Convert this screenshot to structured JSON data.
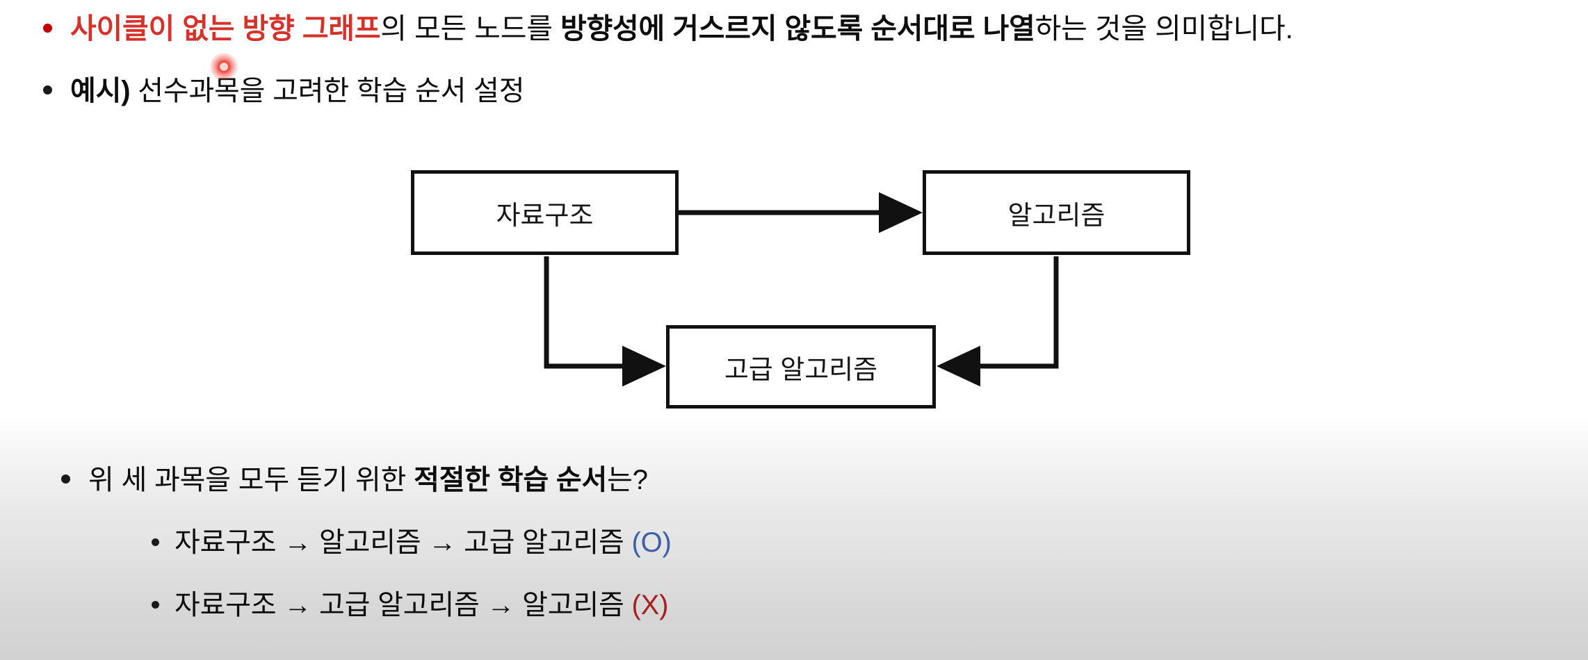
{
  "slide": {
    "background_top": "#ffffff",
    "background_bottom": "#d2d2d2"
  },
  "bullets": [
    {
      "id": "definition",
      "level": 1,
      "bullet_color": "#c00000",
      "segments": [
        {
          "text": "사이클이 없는 방향 그래프",
          "style": "red-bold"
        },
        {
          "text": "의 모든 노드를 ",
          "style": "normal"
        },
        {
          "text": "방향성에 거스르지 않도록 순서대로 나열",
          "style": "bold"
        },
        {
          "text": "하는 것을 의미합니다.",
          "style": "normal"
        }
      ]
    },
    {
      "id": "example",
      "level": 1,
      "bullet_color": "#1a1a1a",
      "segments": [
        {
          "text": "예시)",
          "style": "bold"
        },
        {
          "text": " 선수과목을 고려한 학습 순서 설정",
          "style": "normal"
        }
      ]
    },
    {
      "id": "question",
      "level": 1,
      "bullet_color": "#1a1a1a",
      "segments": [
        {
          "text": "위 세 과목을 모두 듣기 위한 ",
          "style": "normal"
        },
        {
          "text": "적절한 학습 순서",
          "style": "bold"
        },
        {
          "text": "는?",
          "style": "normal"
        }
      ]
    },
    {
      "id": "answer-correct",
      "level": 2,
      "bullet_color": "#1a1a1a",
      "segments": [
        {
          "text": "자료구조 → 알고리즘 → 고급 알고리즘 ",
          "style": "normal"
        },
        {
          "text": "(O)",
          "style": "blue"
        }
      ]
    },
    {
      "id": "answer-wrong",
      "level": 2,
      "bullet_color": "#1a1a1a",
      "segments": [
        {
          "text": "자료구조 → 고급 알고리즘 → 알고리즘 ",
          "style": "normal"
        },
        {
          "text": "(X)",
          "style": "dark-red"
        }
      ]
    }
  ],
  "diagram": {
    "type": "directed-acyclic-graph",
    "nodes": [
      {
        "id": "ds",
        "label": "자료구조"
      },
      {
        "id": "alg",
        "label": "알고리즘"
      },
      {
        "id": "adv",
        "label": "고급 알고리즘"
      }
    ],
    "edges": [
      {
        "from": "ds",
        "to": "alg",
        "shape": "straight-right"
      },
      {
        "from": "ds",
        "to": "adv",
        "shape": "elbow-down-right"
      },
      {
        "from": "alg",
        "to": "adv",
        "shape": "elbow-down-left"
      }
    ]
  },
  "colors": {
    "accent_red": "#d6322c",
    "answer_blue": "#3c5fa8",
    "answer_red": "#a81f1f",
    "text": "#0d0d0d",
    "stroke": "#111111"
  },
  "annotations": {
    "laser_pointer": {
      "visible": true,
      "color": "#ff2a1f"
    }
  }
}
